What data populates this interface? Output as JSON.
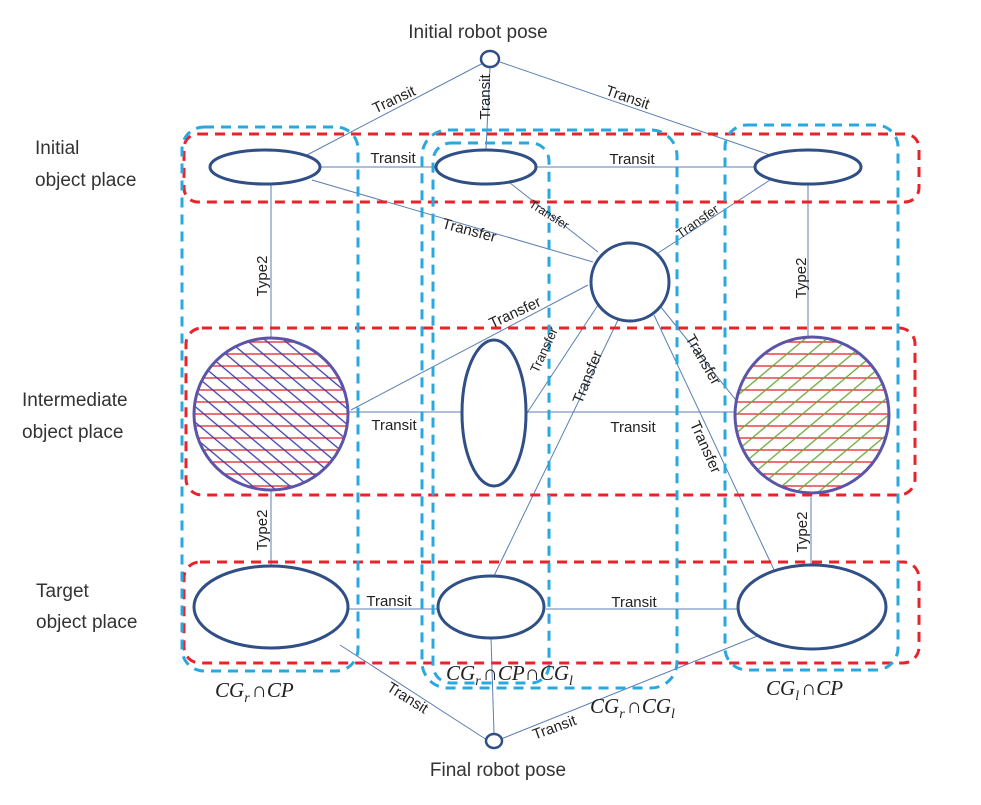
{
  "labels": {
    "initial_pose": "Initial robot pose",
    "final_pose": "Final robot pose",
    "initial_place_1": "Initial",
    "initial_place_2": "object place",
    "intermediate_place_1": "Intermediate",
    "intermediate_place_2": "object place",
    "target_place_1": "Target",
    "target_place_2": "object place"
  },
  "edge_labels": {
    "transit": "Transit",
    "transfer": "Transfer",
    "type2": "Type2"
  },
  "sets": {
    "cg": "CG",
    "cp": "CP",
    "cap": "∩",
    "r": "r",
    "l": "l"
  },
  "colors": {
    "group_red": "#e8232a",
    "group_blue": "#29a8e0",
    "node_stroke": "#2f4f86",
    "edge": "#5b7fb3",
    "hatch_red": "#e8232a",
    "hatch_blue": "#3b3fa8",
    "hatch_green": "#6aa83a"
  }
}
